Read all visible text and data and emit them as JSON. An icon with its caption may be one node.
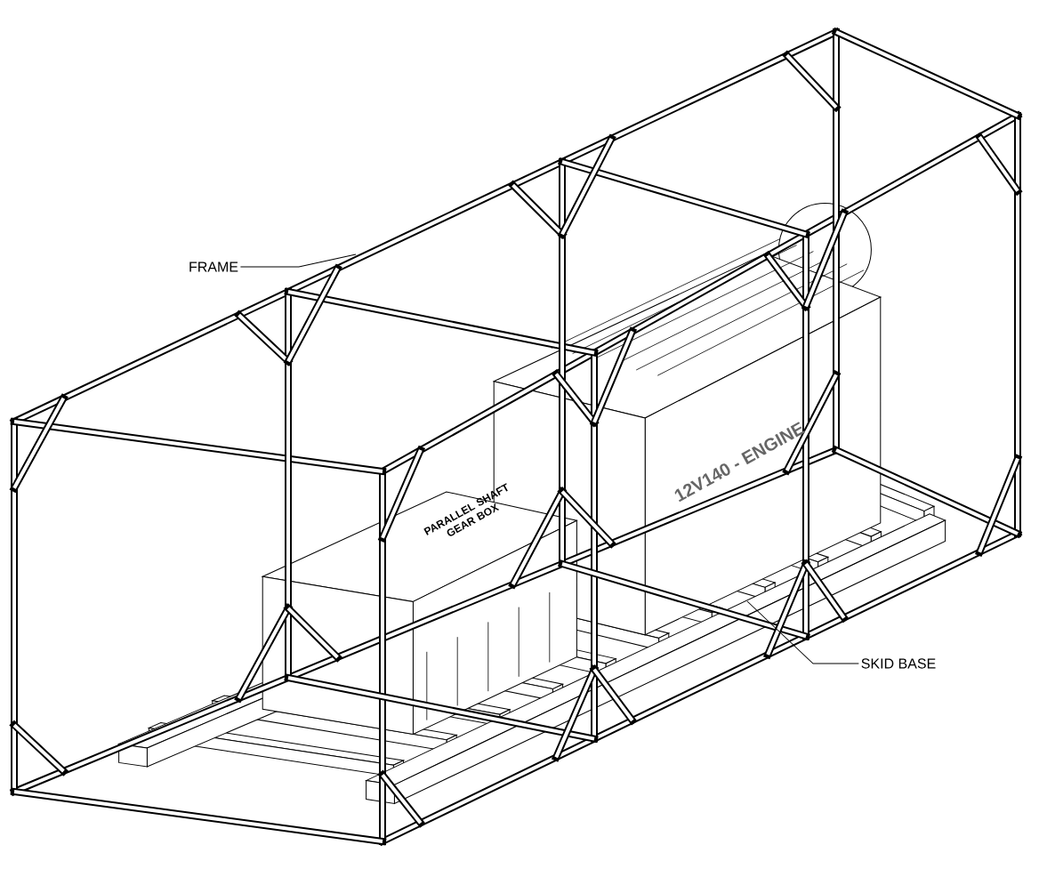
{
  "diagram": {
    "nodes": [
      {
        "text": [
          "FRAME"
        ]
      },
      {
        "text": [
          "SKID BASE"
        ]
      }
    ],
    "edges": [
      {
        "from": 0,
        "to": null,
        "arrow": "none"
      },
      {
        "from": 1,
        "to": null,
        "arrow": "none"
      }
    ],
    "labels": [
      "PARALLEL SHAFT GEAR BOX",
      "12V140 - ENGINE"
    ]
  }
}
